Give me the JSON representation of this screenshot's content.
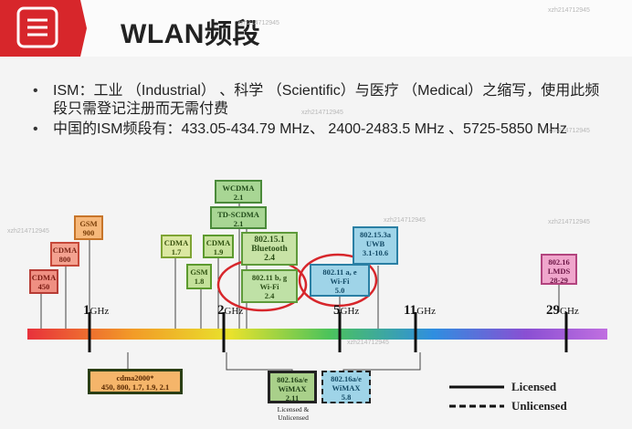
{
  "slide": {
    "title": "WLAN频段",
    "accent_color": "#d7262b",
    "bullets": [
      "ISM：工业 （Industrial） 、科学 （Scientific）与医疗 （Medical）之缩写，使用此频段只需登记注册而无需付费",
      "中国的ISM频段有：433.05-434.79 MHz、 2400-2483.5 MHz 、5725-5850 MHz"
    ],
    "watermark": "xzh214712945"
  },
  "diagram": {
    "ticks": [
      {
        "num": "1",
        "unit": "GHz"
      },
      {
        "num": "2",
        "unit": "GHz"
      },
      {
        "num": "5",
        "unit": "GHz"
      },
      {
        "num": "11",
        "unit": "GHz"
      },
      {
        "num": "29",
        "unit": "GHz"
      }
    ],
    "bands": {
      "cdma450": [
        "CDMA",
        "450"
      ],
      "cdma800": [
        "CDMA",
        "800"
      ],
      "gsm900": [
        "GSM",
        "900"
      ],
      "cdma17": [
        "CDMA",
        "1.7"
      ],
      "gsm18": [
        "GSM",
        "1.8"
      ],
      "cdma19": [
        "CDMA",
        "1.9"
      ],
      "wcdma": [
        "WCDMA",
        "2.1"
      ],
      "tdscdma": [
        "TD-SCDMA",
        "2.1"
      ],
      "bluetooth": [
        "802.15.1",
        "Bluetooth",
        "2.4"
      ],
      "wifi24": [
        "802.11 b, g",
        "Wi-Fi",
        "2.4"
      ],
      "wifi5": [
        "802.11 a, e",
        "Wi-Fi",
        "5.0"
      ],
      "uwb": [
        "802.15.3a",
        "UWB",
        "3.1-10.6"
      ],
      "lmds": [
        "802.16",
        "LMDS",
        "28-29"
      ],
      "cdma2000": [
        "cdma2000*",
        "450, 800, 1.7, 1.9, 2.1"
      ],
      "wimax1": [
        "802.16a/e",
        "WiMAX",
        "2.11"
      ],
      "wimax2": [
        "802.16a/e",
        "WiMAX",
        "5.8"
      ]
    },
    "licensed_unlicensed_note": [
      "Licensed &",
      "Unlicensed"
    ],
    "legend": {
      "licensed": "Licensed",
      "unlicensed": "Unlicensed"
    }
  }
}
